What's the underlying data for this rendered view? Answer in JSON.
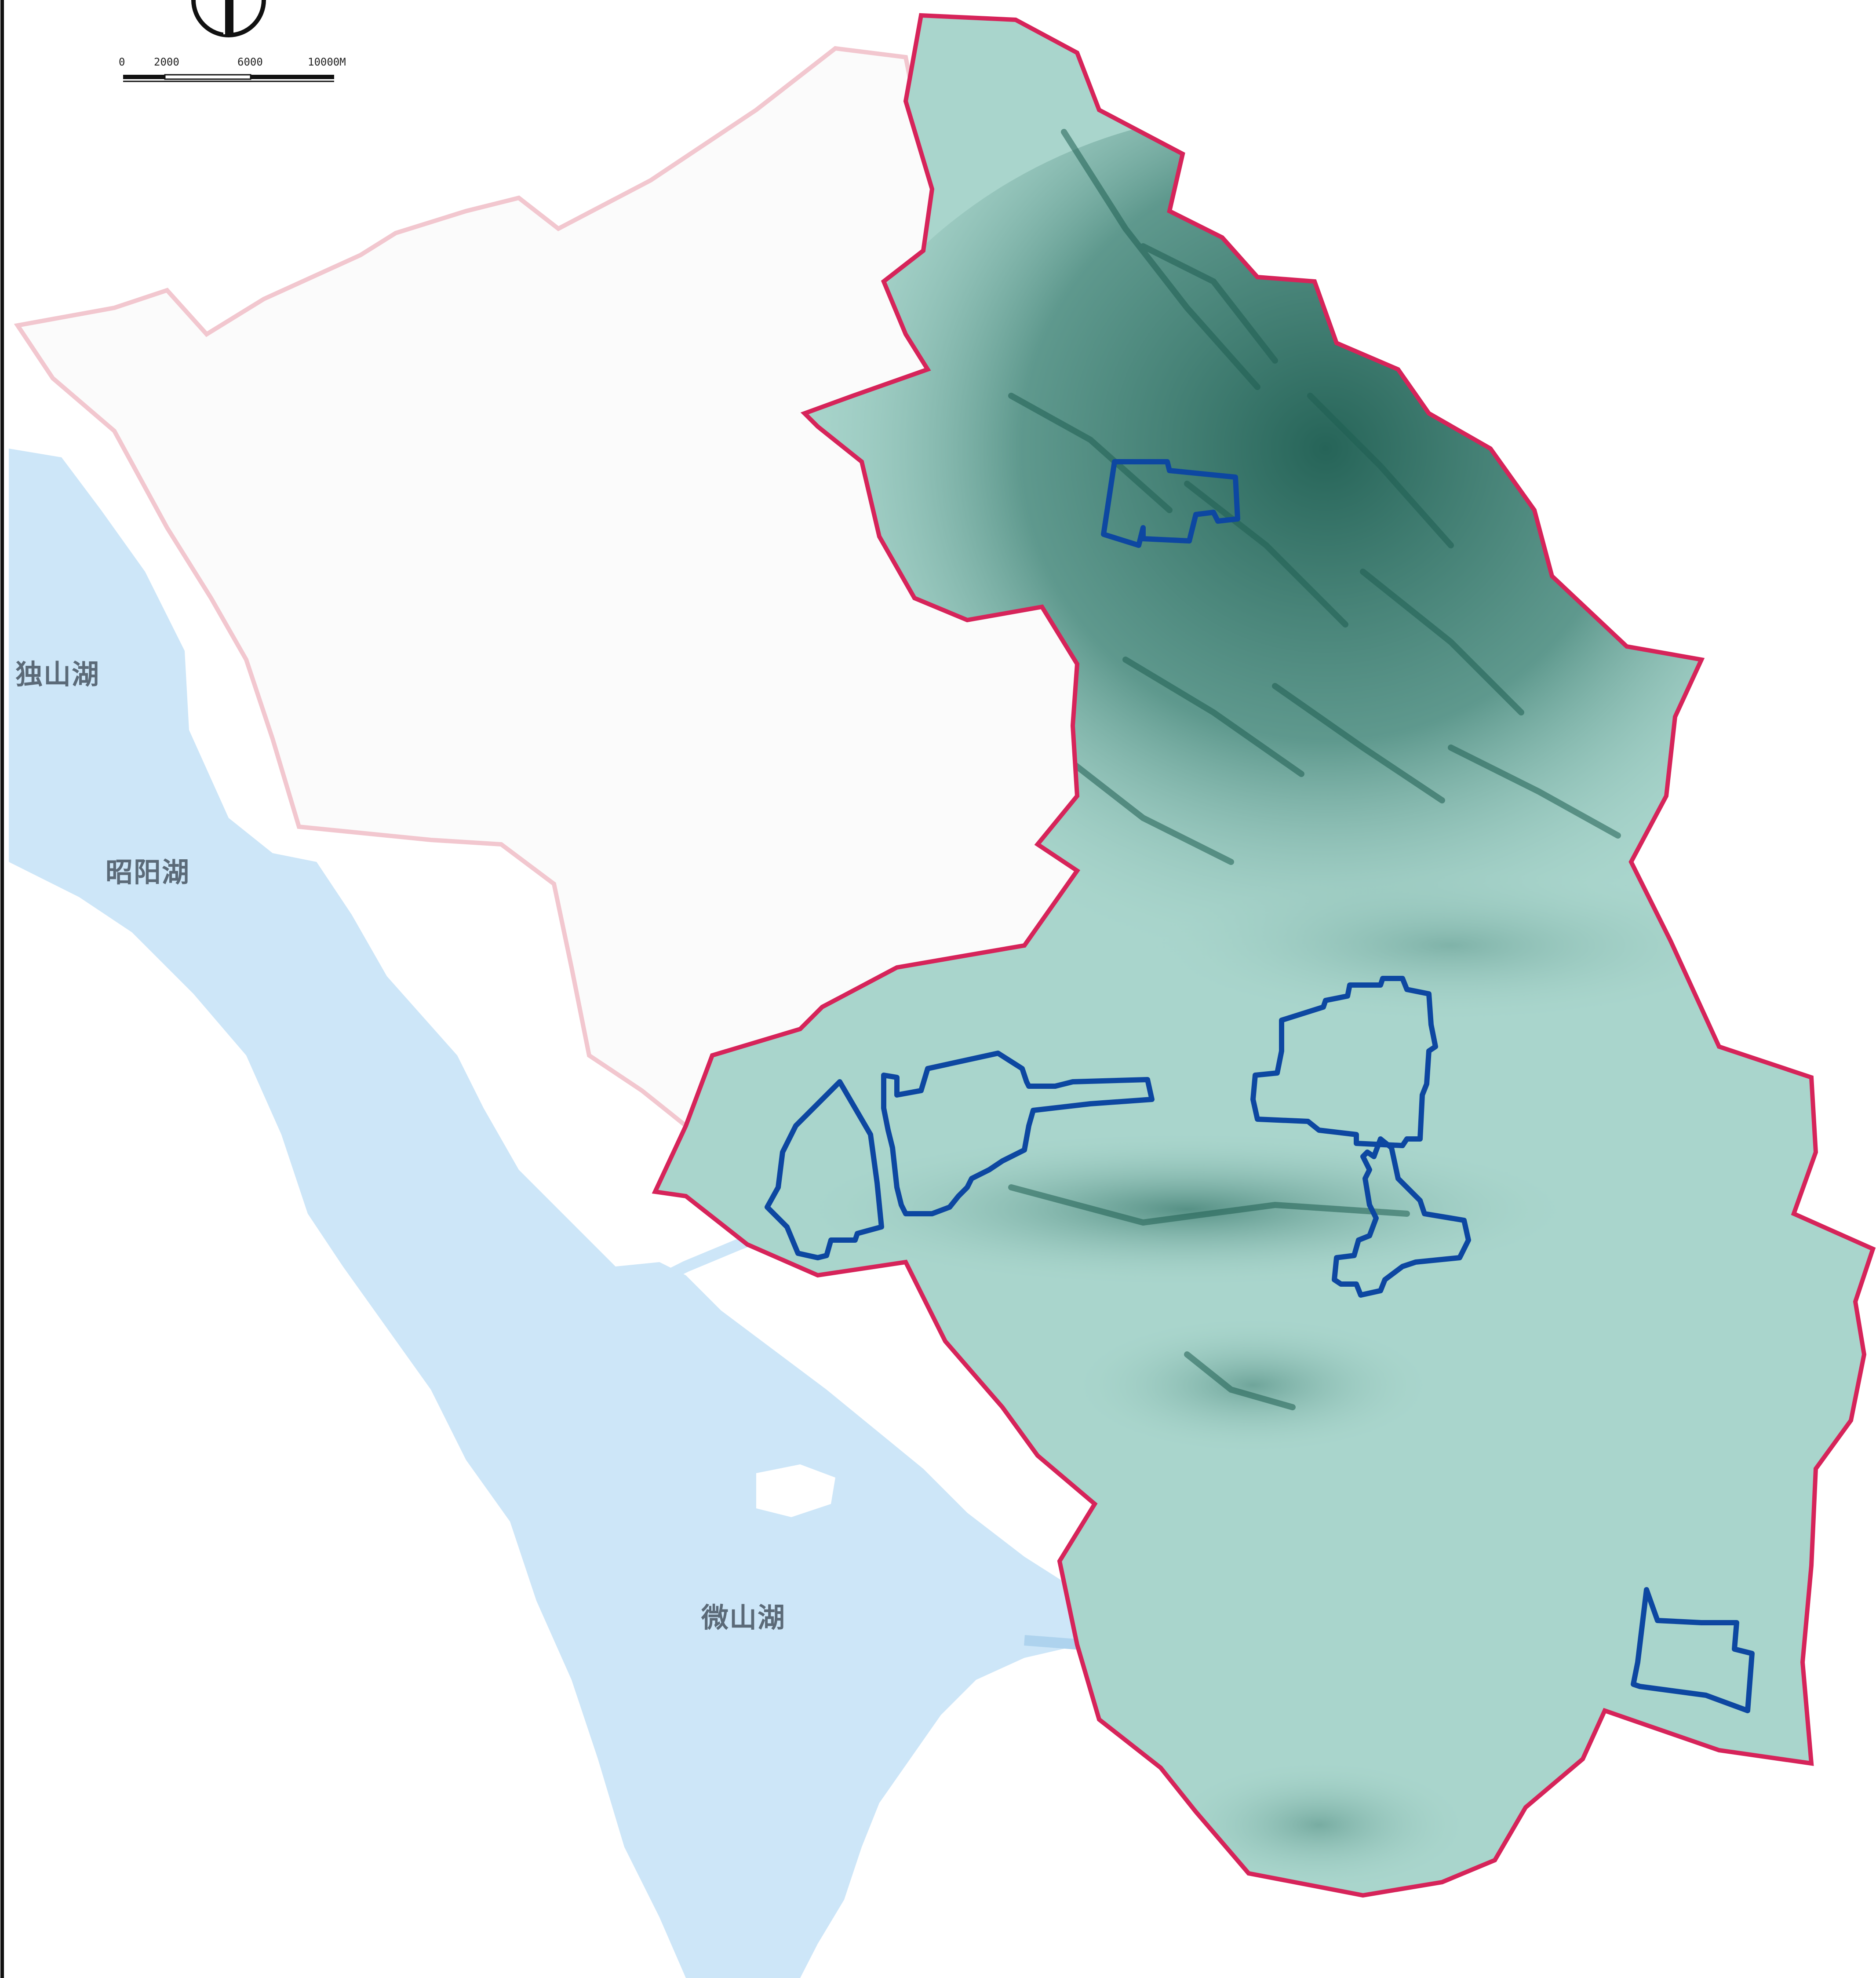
{
  "lakes": [
    {
      "key": "dushan",
      "label": "独山湖"
    },
    {
      "key": "zhaoyang",
      "label": "昭阳湖"
    },
    {
      "key": "weishan",
      "label": "微山湖"
    }
  ],
  "scale_bar": {
    "ticks": [
      "0",
      "2000",
      "6000",
      "10000M"
    ]
  },
  "colors": {
    "lake_fill": "#cde6f8",
    "study_area_fill": "#a9d5cc",
    "terrain_dark": "#1f5e52",
    "study_boundary": "#d6245a",
    "neighbor_boundary": "#f2c7cf",
    "site_outline": "#0d47a1",
    "frame_line": "#111111"
  },
  "icons": {
    "north_arrow": "north-arrow-icon"
  }
}
